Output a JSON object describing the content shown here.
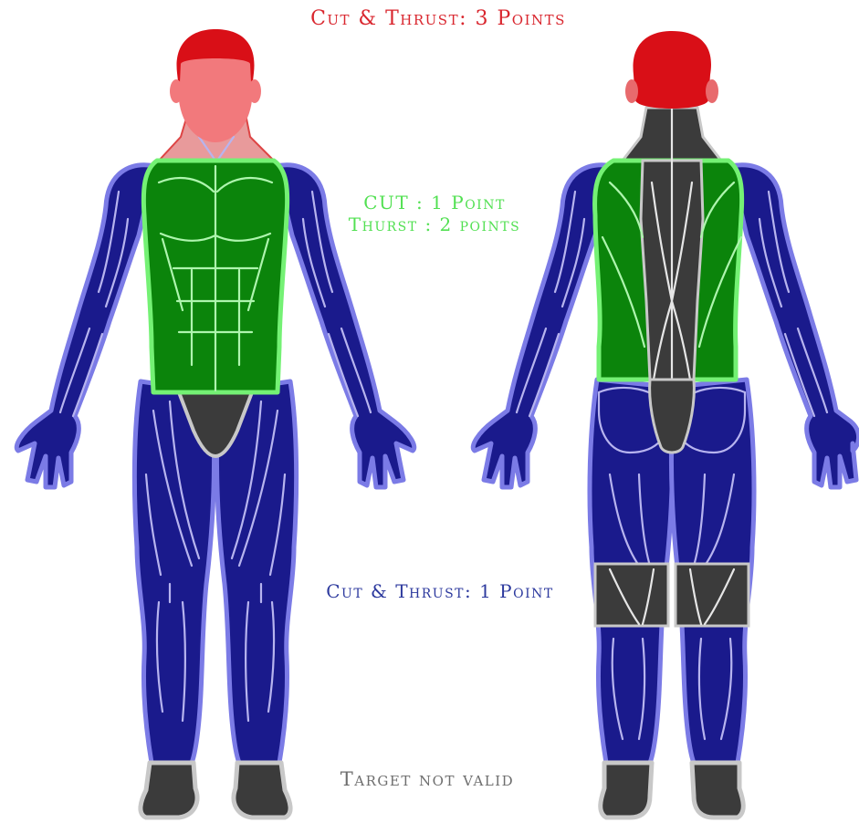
{
  "labels": {
    "head": "Cut & Thrust: 3 Points",
    "torso_line1": "CUT : 1 Point",
    "torso_line2": "Thurst : 2 points",
    "limbs": "Cut & Thrust: 1 Point",
    "feet": "Target not valid"
  },
  "zone_colors": {
    "head": "#d90f17",
    "head_face": "#f2797c",
    "torso": "#0b840b",
    "torso_outline": "#74f174",
    "limbs": "#1a1a8c",
    "limbs_outline": "#7b7be6",
    "not_valid": "#3b3b3b",
    "not_valid_outline": "#c8c8c8"
  }
}
